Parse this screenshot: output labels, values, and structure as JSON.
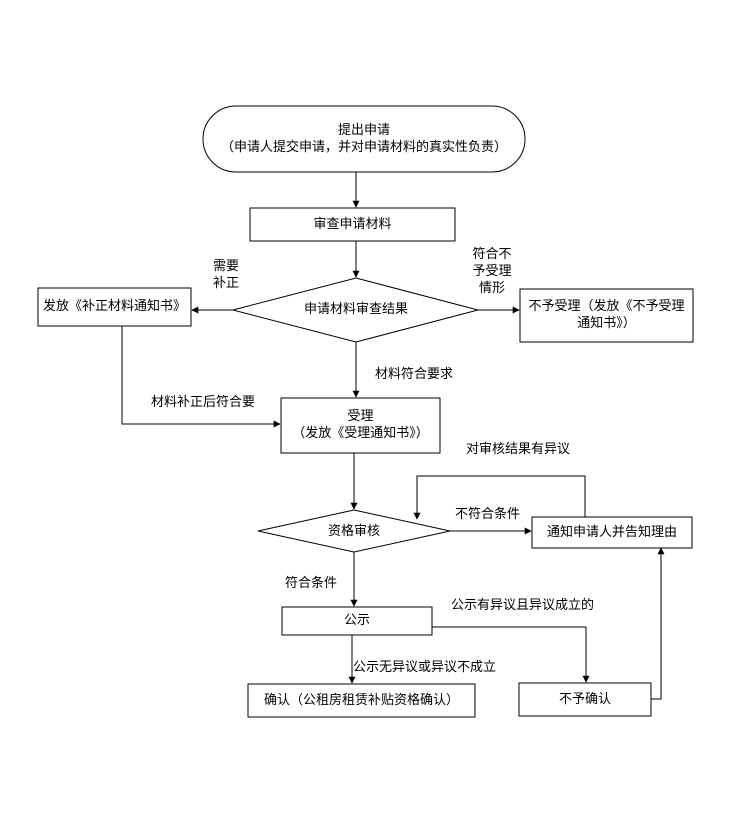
{
  "nodes": {
    "start": {
      "line1": "提出申请",
      "line2": "（申请人提交申请，并对申请材料的真实性负责）"
    },
    "review": "审查申请材料",
    "review_result": "申请材料审查结果",
    "supplement_notice": "发放《补正材料通知书》",
    "reject": {
      "line1": "不予受理（发放《不予受理",
      "line2": "通知书》）"
    },
    "accept": {
      "line1": "受理",
      "line2": "（发放《受理通知书》）"
    },
    "qualification": "资格审核",
    "notify": "通知申请人并告知理由",
    "publicity": "公示",
    "confirm": "确认（公租房租赁补贴资格确认）",
    "not_confirm": "不予确认"
  },
  "edges": {
    "need_supplement": {
      "line1": "需要",
      "line2": "补正"
    },
    "not_accept": {
      "line1": "符合不",
      "line2": "予受理",
      "line3": "情形"
    },
    "materials_ok": "材料符合要求",
    "after_supplement": "材料补正后符合要",
    "objection_to_result": "对审核结果有异议",
    "not_qualified": "不符合条件",
    "qualified": "符合条件",
    "objection_upheld": "公示有异议且异议成立的",
    "no_objection": "公示无异议或异议不成立"
  }
}
